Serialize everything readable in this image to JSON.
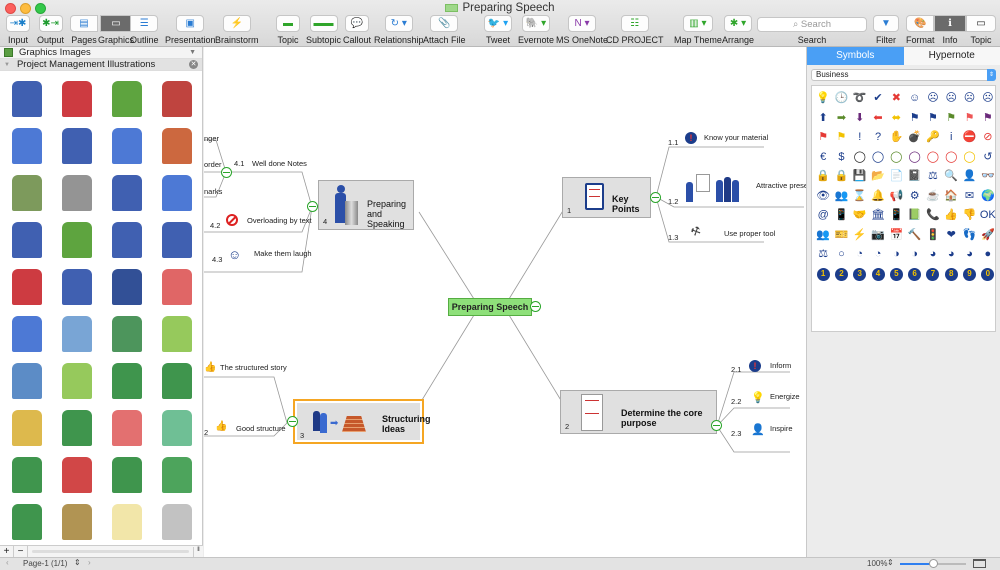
{
  "window": {
    "title": "Preparing Speech"
  },
  "toolbar": {
    "input": "Input",
    "output": "Output",
    "pages": "Pages",
    "graphics": "Graphics",
    "outline": "Outline",
    "presentation": "Presentation",
    "brainstorm": "Brainstorm",
    "topic": "Topic",
    "subtopic": "Subtopic",
    "callout": "Callout",
    "relationship": "Relationship",
    "attach_file": "Attach File",
    "tweet": "Tweet",
    "evernote": "Evernote",
    "ms_onenote": "MS OneNote",
    "cd_project": "CD PROJECT",
    "map_theme": "Map Theme",
    "arrange": "Arrange",
    "search_placeholder": "Search",
    "search_label": "Search",
    "filter": "Filter",
    "format": "Format",
    "info": "Info",
    "topic_panel": "Topic"
  },
  "left_panel": {
    "library": "Graphics Images",
    "category": "Project Management Illustrations",
    "items": [
      "person",
      "repair-person",
      "celebrating-person",
      "carrying-box",
      "worker",
      "team-repair",
      "team-to-bricks",
      "bricks",
      "money",
      "company-buildings",
      "business-deal",
      "presentation-audience",
      "presentation-team",
      "protest",
      "speaker-podium",
      "interview",
      "teacher",
      "person-with-sign",
      "checklist",
      "todo-list",
      "calendar",
      "project-timing",
      "project-plan",
      "folder-calendar",
      "analytics",
      "task-alarm",
      "progress-bars",
      "progress-bar",
      "briefcase",
      "gantt-chart",
      "gantt-stop",
      "gantt-flag",
      "gantt-clock",
      "gantt-deadline",
      "gantt-progress",
      "gantt-done",
      "budget-time",
      "money-bag",
      "sticky-note",
      "contract"
    ]
  },
  "mindmap": {
    "central": "Preparing Speech",
    "topics": [
      {
        "num": "1",
        "label": "Key Points",
        "subtopics": [
          {
            "num": "1.1",
            "label": "Know your material"
          },
          {
            "num": "1.2",
            "label": "Attractive presentation"
          },
          {
            "num": "1.3",
            "label": "Use proper tool"
          }
        ]
      },
      {
        "num": "2",
        "label": "Determine the core purpose",
        "subtopics": [
          {
            "num": "2.1",
            "label": "Inform"
          },
          {
            "num": "2.2",
            "label": "Energize"
          },
          {
            "num": "2.3",
            "label": "Inspire"
          }
        ]
      },
      {
        "num": "3",
        "label_line1": "Structuring",
        "label_line2": "Ideas",
        "subtopics": [
          {
            "num": "",
            "label": "The structured story"
          },
          {
            "num": "2",
            "label": "Good structure"
          }
        ]
      },
      {
        "num": "4",
        "label_line1": "Preparing",
        "label_line2": "and Speaking",
        "subtopics": [
          {
            "num": "4.1",
            "label": "Well done Notes",
            "children": [
              "nger",
              "order",
              "narks"
            ]
          },
          {
            "num": "4.2",
            "label": "Overloading by text"
          },
          {
            "num": "4.3",
            "label": "Make them laugh"
          }
        ]
      }
    ]
  },
  "right_panel": {
    "tabs": [
      "Symbols",
      "Hypernote"
    ],
    "active_tab": "Symbols",
    "category": "Business",
    "symbols": [
      "💡",
      "🕒",
      "➰",
      "✔",
      "✖",
      "☺",
      "☹",
      "☹",
      "☹",
      "☹",
      "⬆",
      "➡",
      "⬇",
      "⬅",
      "⬌",
      "⚑",
      "⚑",
      "⚑",
      "⚑",
      "⚑",
      "⚑",
      "⚑",
      "!",
      "?",
      "✋",
      "💣",
      "🔑",
      "i",
      "⛔",
      "⊘",
      "€",
      "$",
      "◯",
      "◯",
      "◯",
      "◯",
      "◯",
      "◯",
      "◯",
      "↺",
      "🔒",
      "🔒",
      "💾",
      "📂",
      "📄",
      "📓",
      "⚖",
      "🔍",
      "👤",
      "👓",
      "👁",
      "👥",
      "⌛",
      "🔔",
      "📢",
      "⚙",
      "☕",
      "🏠",
      "✉",
      "🌍",
      "@",
      "📱",
      "🤝",
      "🏛",
      "📱",
      "📗",
      "📞",
      "👍",
      "👎",
      "OK",
      "👥",
      "🎫",
      "⚡",
      "📷",
      "📅",
      "🔨",
      "🚦",
      "❤",
      "👣",
      "🚀",
      "⚖",
      "○",
      "◔",
      "◔",
      "◑",
      "◑",
      "◕",
      "◕",
      "◕",
      "●",
      "1",
      "2",
      "3",
      "4",
      "5",
      "6",
      "7",
      "8",
      "9",
      "0"
    ]
  },
  "statusbar": {
    "page": "Page-1 (1/1)",
    "zoom": "100%",
    "zoom_level_fraction": 0.5
  }
}
